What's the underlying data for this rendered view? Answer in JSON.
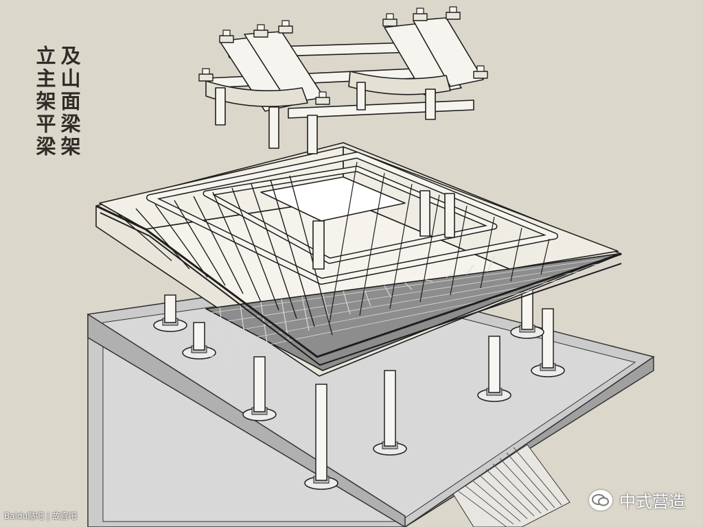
{
  "title": {
    "column_1": "及山面梁架",
    "column_2": "立主架平梁"
  },
  "watermark": {
    "text": "Baidu贴吧 | 故宫吧"
  },
  "credit": {
    "text": "中式营造",
    "icon": "wechat-icon"
  },
  "colors": {
    "background": "#dcd7cb",
    "platform": "#cfcfcf",
    "platform_side": "#a8a8a8",
    "wood_light": "#f4f2ea",
    "wood_shadow": "#cdc7b8",
    "roof_grid": "#6d6d6d",
    "outline": "#1e1e1e"
  }
}
